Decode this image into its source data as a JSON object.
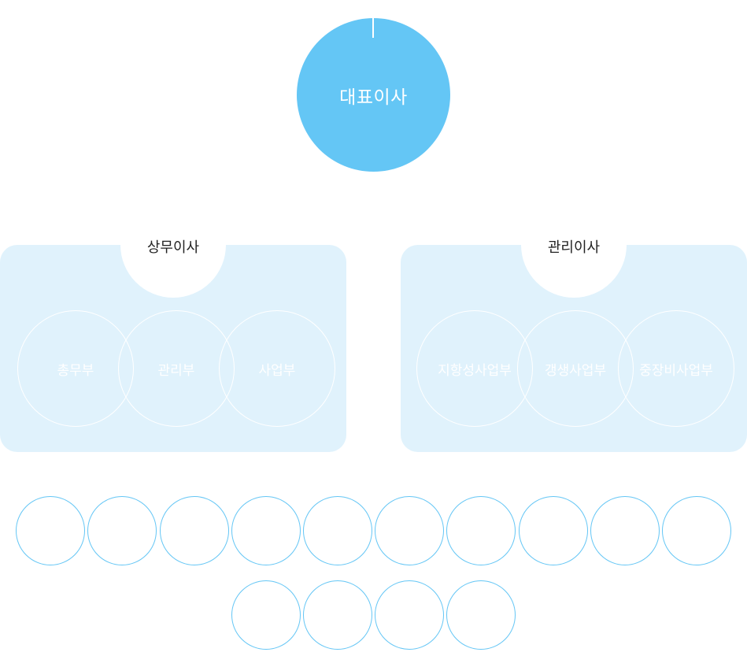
{
  "ceo": {
    "label": "대표이사"
  },
  "divisions": [
    {
      "title": "상무이사",
      "departments": [
        "총무부",
        "관리부",
        "사업부"
      ]
    },
    {
      "title": "관리이사",
      "departments": [
        "지항성사업부",
        "갱생사업부",
        "중장비사업부"
      ]
    }
  ],
  "team_rows": [
    10,
    4
  ],
  "colors": {
    "ceo_fill": "#64c6f5",
    "panel_fill": "#e0f2fc",
    "team_stroke": "#64c6f5",
    "dept_text": "#ffffff"
  }
}
